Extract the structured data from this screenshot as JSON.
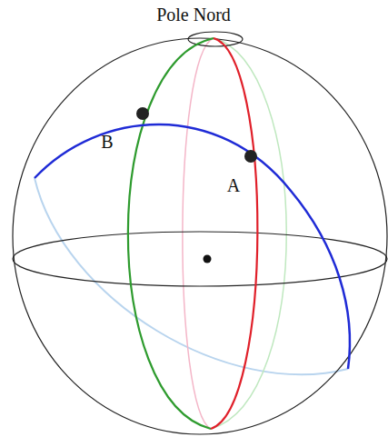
{
  "diagram": {
    "labels": [
      "Pole Nord",
      "B",
      "A"
    ]
  }
}
